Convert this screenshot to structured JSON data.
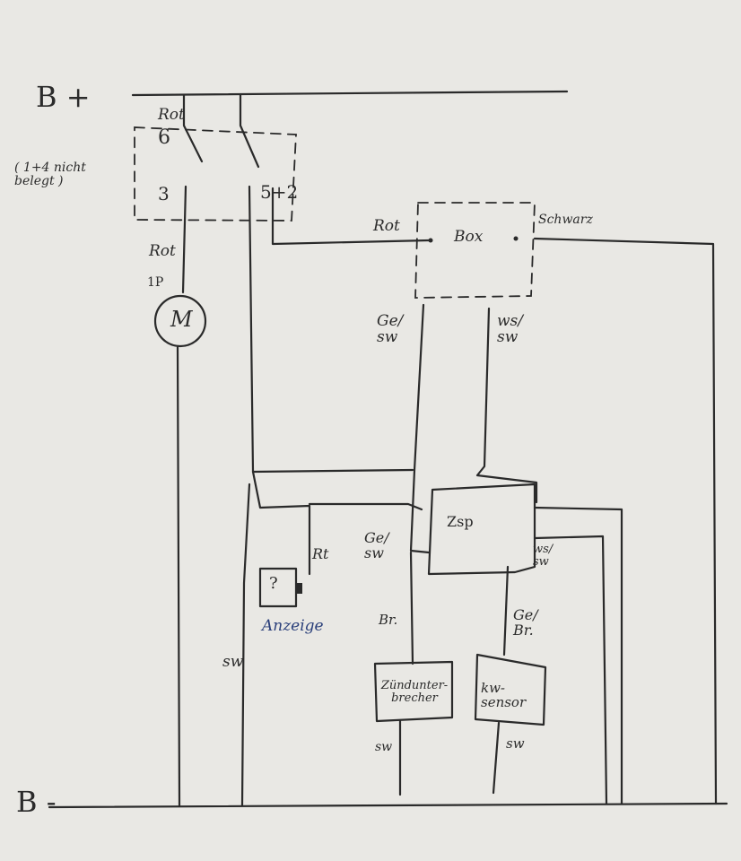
{
  "diagram": {
    "rails": {
      "positive": "B +",
      "negative": "B -"
    },
    "switch": {
      "terminal_top": "6",
      "terminal_left": "3",
      "terminal_right": "5+2",
      "note": "( 1+4 nicht belegt )",
      "wire_top": "Rot",
      "wire_bottom": "Rot"
    },
    "motor": {
      "symbol": "M",
      "label": "1P"
    },
    "box": {
      "label": "Box",
      "wire_in": "Rot",
      "wire_out": "Schwarz",
      "wire_down_left": "Ge/ sw",
      "wire_down_right": "ws/ sw"
    },
    "zsp": {
      "label": "Zsp",
      "wire_left": "Ge/ sw",
      "wire_right": "ws/ sw",
      "wire_down": "Ge/ Br."
    },
    "anzeige": {
      "label": "Anzeige",
      "mark": "?",
      "wire": "Rt"
    },
    "zundunterbrecher": {
      "label": "Zündunter- brecher",
      "wire_top": "Br.",
      "wire_bottom": "sw"
    },
    "kw_sensor": {
      "label": "kw- sensor",
      "wire_bottom": "sw"
    },
    "wire_sw_left": "sw",
    "colors": {
      "paper": "#e9e8e4",
      "ink": "#2a2a2a",
      "ink_blue": "#2a3f7a"
    }
  }
}
